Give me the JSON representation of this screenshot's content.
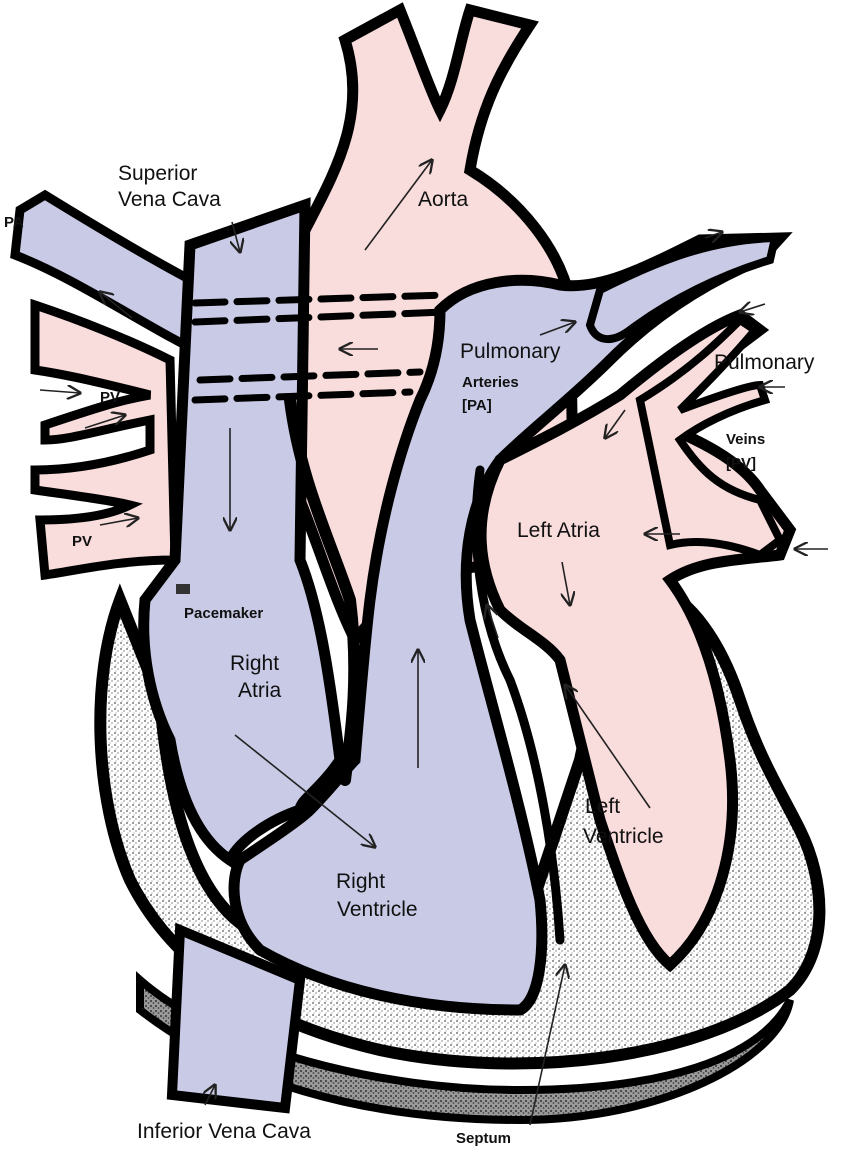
{
  "colors": {
    "oxygenated": "#f9dcdc",
    "deoxygenated": "#c9cbe6",
    "outline": "#000000",
    "muscle": "#d8d8d8"
  },
  "labels": {
    "superior_vena_cava": [
      "Superior",
      "Vena Cava"
    ],
    "aorta": "Aorta",
    "pa_left": "PA",
    "pv_upper": "PV",
    "pv_lower": "PV",
    "pulmonary_arteries": [
      "Pulmonary",
      "Arteries",
      "[PA]"
    ],
    "pulmonary_veins": [
      "Pulmonary",
      "Veins",
      "[PV]"
    ],
    "left_atria": "Left Atria",
    "pacemaker": "Pacemaker",
    "right_atria": [
      "Right",
      "Atria"
    ],
    "right_ventricle": [
      "Right",
      "Ventricle"
    ],
    "left_ventricle": [
      "Left",
      "Ventricle"
    ],
    "inferior_vena_cava": "Inferior Vena Cava",
    "septum": "Septum"
  }
}
